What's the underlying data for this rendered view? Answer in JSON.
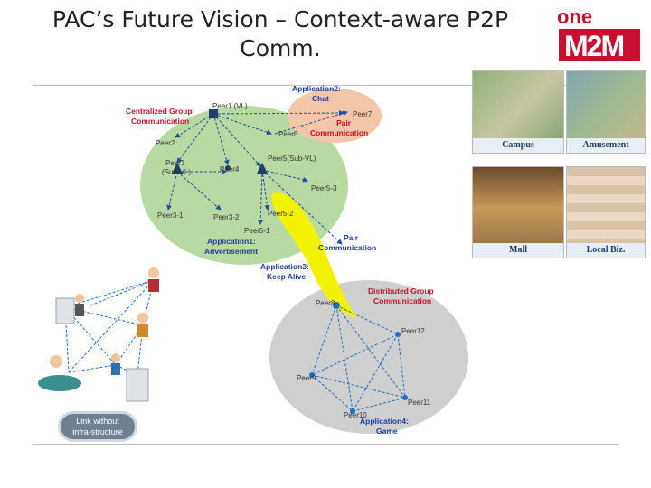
{
  "slide": {
    "title_line1": "PAC’s Future Vision – Context-aware P2P",
    "title_line2": "Comm."
  },
  "logo": {
    "word": "one",
    "mark": "M2M"
  },
  "diagram": {
    "applications": {
      "app2": {
        "title": "Application2:",
        "subtitle": "Chat"
      },
      "app1": {
        "title": "Application1:",
        "subtitle": "Advertisement"
      },
      "app3": {
        "title": "Application3:",
        "subtitle": "Keep Alive"
      },
      "app4": {
        "title": "Application4:",
        "subtitle": "Game"
      }
    },
    "callouts": {
      "centralized_line1": "Centralized Group",
      "centralized_line2": "Communication",
      "pair_red_line1": "Pair",
      "pair_red_line2": "Communication",
      "pair_blue_line1": "Pair",
      "pair_blue_line2": "Communication",
      "distributed_line1": "Distributed Group",
      "distributed_line2": "Communication"
    },
    "peers": {
      "peer1": "Peer1 (VL)",
      "peer7": "Peer7",
      "peer6": "Peer6",
      "peer2": "Peer2",
      "peer3": "Peer3",
      "peer3_sub": "(Sub-VL)",
      "peer4": "Peer4",
      "peer5": "Peer5(Sub-VL)",
      "peer5_3": "Peer5-3",
      "peer3_1": "Peer3-1",
      "peer3_2": "Peer3-2",
      "peer5_2": "Peer5-2",
      "peer5_1": "Peer5-1",
      "peer8": "Peer8",
      "peer12": "Peer12",
      "peer9": "Peer9",
      "peer11": "Peer11",
      "peer10": "Peer10"
    }
  },
  "left_scene": {
    "badge_line1": "Link without",
    "badge_line2": "infra-structure"
  },
  "tiles": {
    "campus": "Campus",
    "amusement": "Amusement",
    "mall": "Mall",
    "local_biz": "Local Biz."
  },
  "colors": {
    "brand_red": "#c8102e",
    "link_blue": "#1f3f9a",
    "green_cloud": "#b8d9a2",
    "grey_cloud": "#cfcfcf",
    "pink_cloud": "#f3c6a7",
    "yellow_beam": "#f2f200"
  }
}
